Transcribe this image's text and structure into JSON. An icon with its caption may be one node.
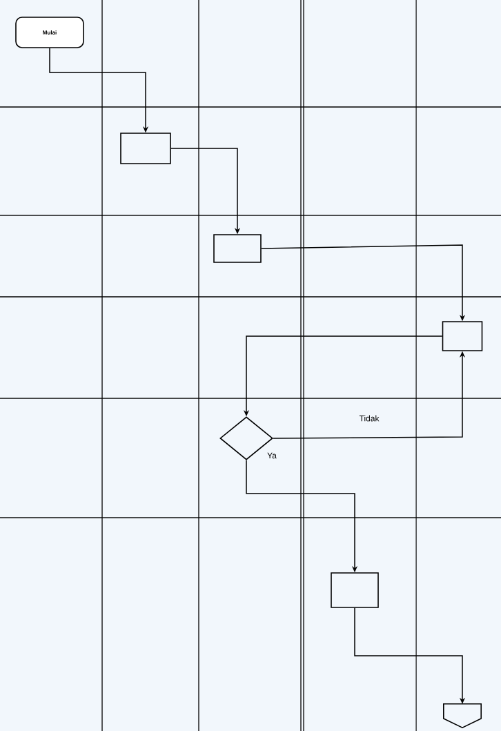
{
  "diagram": {
    "nodes": [
      {
        "text": [
          "Mulai"
        ]
      },
      {
        "text": [],
        "shape": "box"
      },
      {
        "text": [],
        "shape": "box"
      },
      {
        "text": [],
        "shape": "box"
      },
      {
        "text": [],
        "shape": "diamond"
      },
      {
        "text": [],
        "shape": "box"
      },
      {
        "text": [],
        "shape": "pentagon"
      }
    ],
    "edges": [
      {
        "from": 0,
        "to": 1,
        "arrow": "to"
      },
      {
        "from": 1,
        "to": 2,
        "arrow": "to"
      },
      {
        "from": 2,
        "to": 3,
        "arrow": "to"
      },
      {
        "from": 3,
        "to": 4,
        "arrow": "to"
      },
      {
        "from": 4,
        "to": 3,
        "arrow": "to",
        "label": "Tidak"
      },
      {
        "from": 4,
        "to": 5,
        "arrow": "to",
        "label": "Ya"
      },
      {
        "from": 5,
        "to": 6,
        "arrow": "to"
      }
    ]
  }
}
